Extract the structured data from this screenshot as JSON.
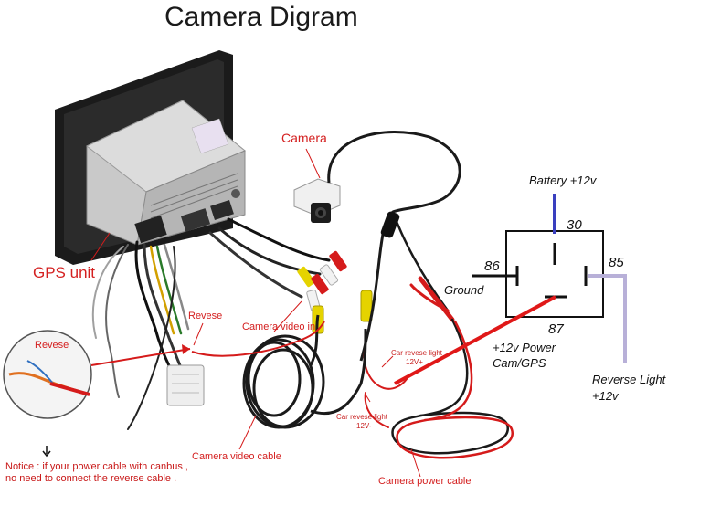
{
  "title": "Camera Digram",
  "labels": {
    "camera": "Camera",
    "gps_unit": "GPS unit",
    "reverse_main": "Revese",
    "reverse_inset": "Revese",
    "camera_video_in": "Camera video in",
    "camera_video_cable": "Camera video cable",
    "camera_power_cable": "Camera power cable",
    "car_reverse_light_top": "Car revese light",
    "car_reverse_light_top_v": "12V+",
    "car_reverse_light_bottom": "Car revese light",
    "car_reverse_light_bottom_v": "12V-",
    "notice_line1": "Notice :   if your power cable with canbus ,",
    "notice_line2": "no need to connect the reverse cable ."
  },
  "relay": {
    "pin_30": "30",
    "pin_85": "85",
    "pin_86": "86",
    "pin_87": "87",
    "battery": "Battery +12v",
    "ground": "Ground",
    "power_out_line1": "+12v Power",
    "power_out_line2": "Cam/GPS",
    "reverse_light_line1": "Reverse Light",
    "reverse_light_line2": "+12v"
  },
  "colors": {
    "battery_wire": "#3a3fbf",
    "reverse_wire": "#b8b0d8",
    "power_wire": "#e01818",
    "label_red": "#d42020"
  }
}
